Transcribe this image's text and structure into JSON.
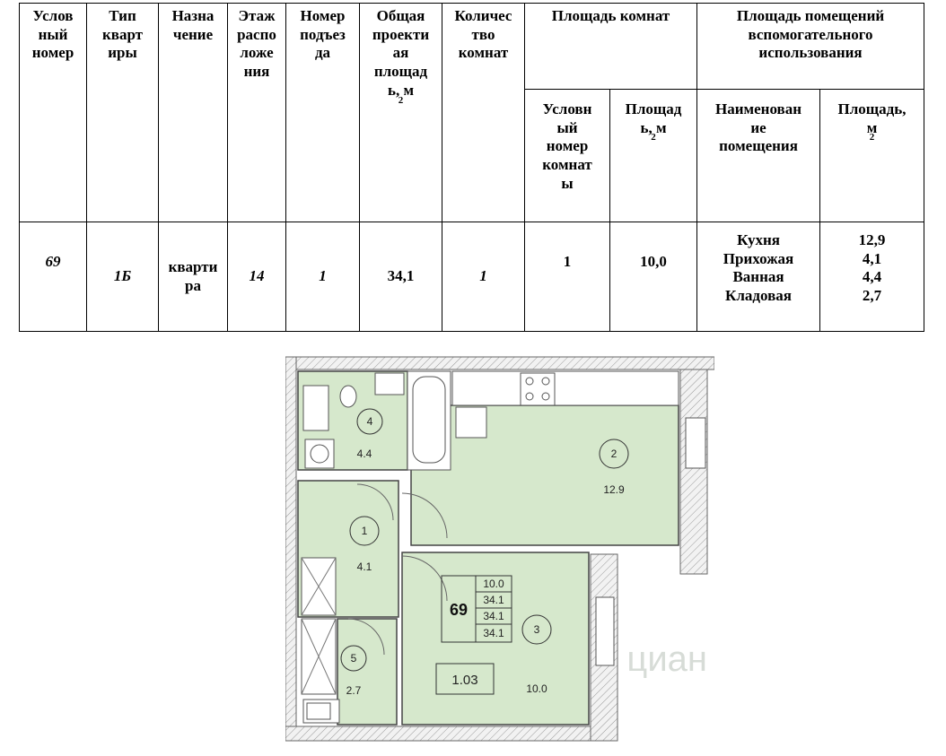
{
  "headers": {
    "num": [
      "Услов",
      "ный",
      "номер"
    ],
    "type": [
      "Тип",
      "кварт",
      "иры"
    ],
    "purpose": [
      "Назна",
      "чение"
    ],
    "floor": [
      "Этаж",
      "распо",
      "ложе",
      "ния"
    ],
    "entrance": [
      "Номер",
      "подъез",
      "да"
    ],
    "area": [
      "Общая",
      "проекти",
      "ая",
      "площад",
      "ь, м"
    ],
    "rooms_count": [
      "Количес",
      "тво",
      "комнат"
    ],
    "rooms_area": "Площадь комнат",
    "aux_area": [
      "Площадь помещений",
      "вспомогательного",
      "использования"
    ],
    "room_num": [
      "Условн",
      "ый",
      "номер",
      "комнат",
      "ы"
    ],
    "room_area": [
      "Площад",
      "ь, м"
    ],
    "aux_name": [
      "Наименован",
      "ие",
      "помещения"
    ],
    "aux_sq": [
      "Площадь,",
      "м"
    ],
    "sup2": "2"
  },
  "row": {
    "num": "69",
    "type": "1Б",
    "purpose": [
      "кварти",
      "ра"
    ],
    "floor": "14",
    "entrance": "1",
    "area": "34,1",
    "rooms_count": "1",
    "room_num": "1",
    "room_area": "10,0",
    "aux_names": [
      "Кухня",
      "Прихожая",
      "Ванная",
      "Кладовая"
    ],
    "aux_areas": [
      "12,9",
      "4,1",
      "4,4",
      "2,7"
    ]
  },
  "plan": {
    "rooms": [
      {
        "num": "1",
        "area": "4.1"
      },
      {
        "num": "2",
        "area": "12.9"
      },
      {
        "num": "3",
        "area": "10.0"
      },
      {
        "num": "4",
        "area": "4.4"
      },
      {
        "num": "5",
        "area": "2.7"
      }
    ],
    "apt_label": "69",
    "apt_values": [
      "10.0",
      "34.1",
      "34.1",
      "34.1"
    ],
    "room_code": "1.03",
    "watermark": "циан",
    "colors": {
      "room_fill": "#d6e8cc",
      "wall": "#555555"
    }
  }
}
